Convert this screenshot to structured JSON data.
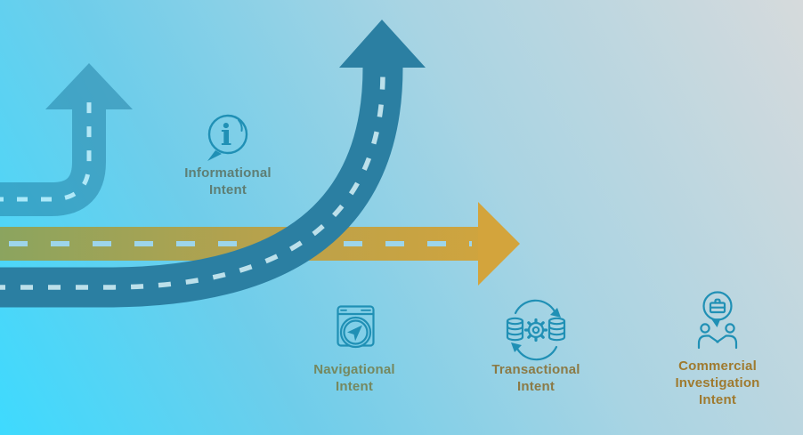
{
  "background": {
    "stops": [
      "#3edafe",
      "#6fcdea",
      "#a9d4e3",
      "#d6dadc"
    ]
  },
  "icon_style": {
    "color": "#2090b5",
    "info_glyph": "i"
  },
  "roads": {
    "small_up_road": {
      "color": "#1f7ba0",
      "opacity": "0.5",
      "dash_color": "#ffffff"
    },
    "horizontal_road": {
      "gradient": [
        "#8ba45f",
        "#bba24a",
        "#d3a43c"
      ],
      "dash_color": "#9dd5ea"
    },
    "main_up_road": {
      "color": "#2b7fa2",
      "dash_color": "#d6f1f7"
    }
  },
  "intents": [
    {
      "id": "informational",
      "label": "Informational\nIntent",
      "label_color": "#5e7e74",
      "icon": "info-speech-bubble-icon"
    },
    {
      "id": "navigational",
      "label": "Navigational\nIntent",
      "label_color": "#75885f",
      "icon": "browser-navigation-icon"
    },
    {
      "id": "transactional",
      "label": "Transactional\nIntent",
      "label_color": "#8b7a46",
      "icon": "databases-gear-sync-icon"
    },
    {
      "id": "commercial_investigation",
      "label": "Commercial\nInvestigation\nIntent",
      "label_color": "#9f7a2f",
      "icon": "handshake-briefcase-icon"
    }
  ]
}
